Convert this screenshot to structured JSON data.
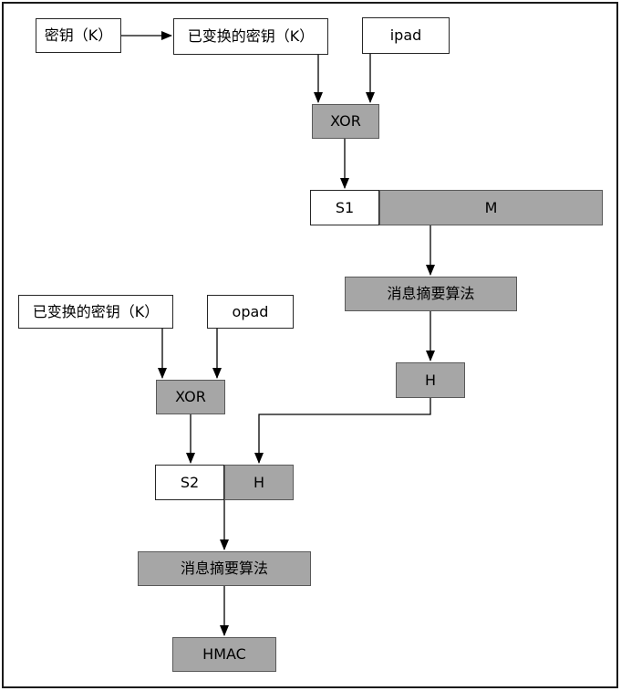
{
  "diagram": {
    "type": "flowchart",
    "nodes": {
      "key1": {
        "label": "密钥（K）",
        "fill": "white"
      },
      "tkey1": {
        "label": "已变换的密钥（K）",
        "fill": "white"
      },
      "ipad": {
        "label": "ipad",
        "fill": "white"
      },
      "xor1": {
        "label": "XOR",
        "fill": "gray"
      },
      "s1": {
        "label": "S1",
        "fill": "white"
      },
      "m": {
        "label": "M",
        "fill": "gray"
      },
      "digest1": {
        "label": "消息摘要算法",
        "fill": "gray"
      },
      "h1": {
        "label": "H",
        "fill": "gray"
      },
      "tkey2": {
        "label": "已变换的密钥（K）",
        "fill": "white"
      },
      "opad": {
        "label": "opad",
        "fill": "white"
      },
      "xor2": {
        "label": "XOR",
        "fill": "gray"
      },
      "s2": {
        "label": "S2",
        "fill": "white"
      },
      "h2": {
        "label": "H",
        "fill": "gray"
      },
      "digest2": {
        "label": "消息摘要算法",
        "fill": "gray"
      },
      "hmac": {
        "label": "HMAC",
        "fill": "gray"
      }
    },
    "edges": [
      {
        "from": "key1",
        "to": "tkey1"
      },
      {
        "from": "tkey1",
        "to": "xor1"
      },
      {
        "from": "ipad",
        "to": "xor1"
      },
      {
        "from": "xor1",
        "to": "s1"
      },
      {
        "from": "m",
        "to": "digest1"
      },
      {
        "from": "digest1",
        "to": "h1"
      },
      {
        "from": "h1",
        "to": "h2"
      },
      {
        "from": "tkey2",
        "to": "xor2"
      },
      {
        "from": "opad",
        "to": "xor2"
      },
      {
        "from": "xor2",
        "to": "s2"
      },
      {
        "from": "s2_h2",
        "to": "digest2"
      },
      {
        "from": "digest2",
        "to": "hmac"
      }
    ],
    "colors": {
      "gray_fill": "#a6a6a6",
      "white_fill": "#ffffff",
      "gray_border": "#595959",
      "black_border": "#262626",
      "connector": "#000000",
      "frame_border": "#1a1a1a",
      "background": "#ffffff"
    }
  }
}
